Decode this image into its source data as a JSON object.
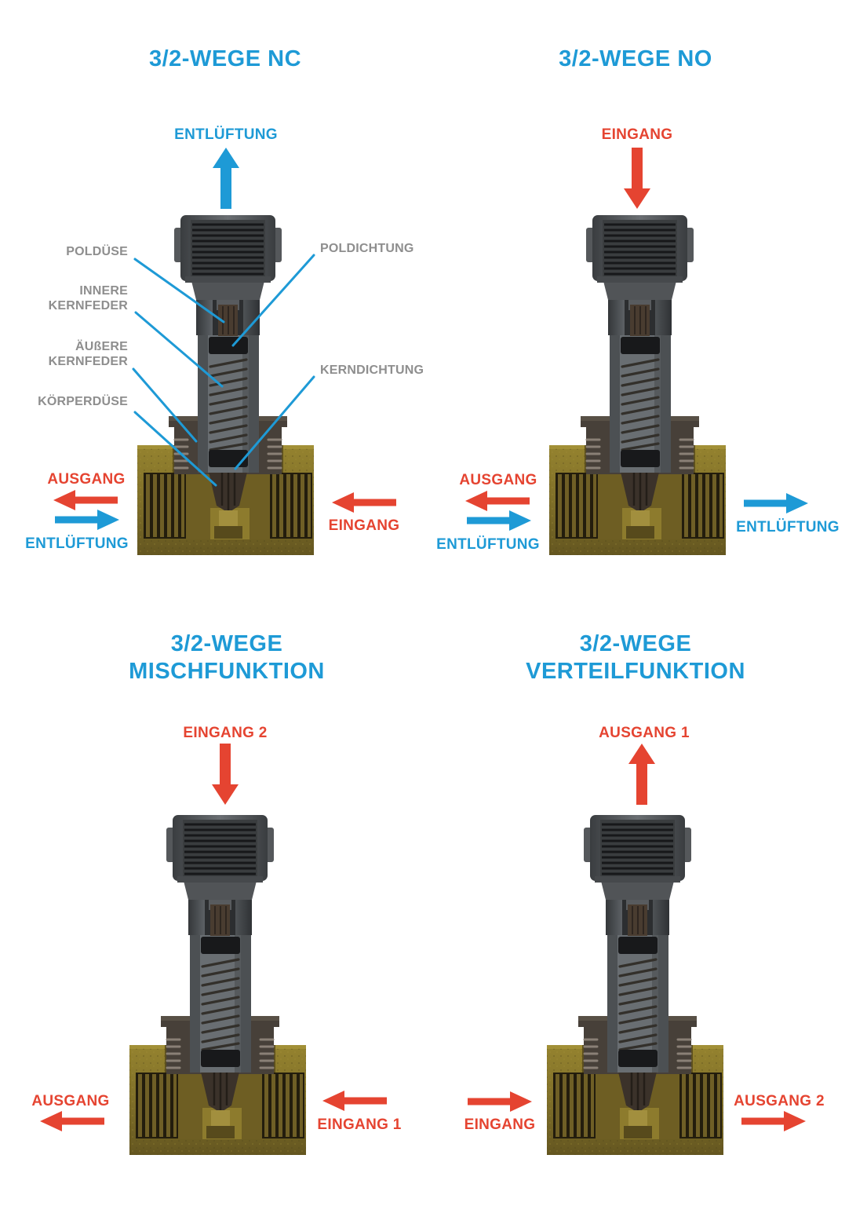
{
  "colors": {
    "accent_blue": "#1E9AD6",
    "accent_red": "#E54431",
    "label_gray": "#8E8E8E",
    "brass_body": "#85752C",
    "steel_gray": "#54575A"
  },
  "panels": {
    "nc": {
      "title": "3/2-WEGE NC",
      "flows": {
        "top": {
          "label": "ENTLÜFTUNG",
          "direction": "up",
          "color": "blue"
        },
        "left_out": {
          "label": "AUSGANG",
          "direction": "left",
          "color": "red"
        },
        "left_vent": {
          "label": "ENTLÜFTUNG",
          "direction": "right",
          "color": "blue"
        },
        "right_in": {
          "label": "EINGANG",
          "direction": "left",
          "color": "red"
        }
      },
      "parts": {
        "polduese": "POLDÜSE",
        "innere_kernfeder": "INNERE\nKERNFEDER",
        "aeussere_kernfeder": "ÄUßERE\nKERNFEDER",
        "koerperduese": "KÖRPERDÜSE",
        "poldichtung": "POLDICHTUNG",
        "kerndichtung": "KERNDICHTUNG"
      }
    },
    "no": {
      "title": "3/2-WEGE NO",
      "flows": {
        "top": {
          "label": "EINGANG",
          "direction": "down",
          "color": "red"
        },
        "left_out": {
          "label": "AUSGANG",
          "direction": "left",
          "color": "red"
        },
        "left_vent": {
          "label": "ENTLÜFTUNG",
          "direction": "right",
          "color": "blue"
        },
        "right_vent": {
          "label": "ENTLÜFTUNG",
          "direction": "right",
          "color": "blue"
        }
      }
    },
    "misch": {
      "title": "3/2-WEGE\nMISCHFUNKTION",
      "flows": {
        "top": {
          "label": "EINGANG 2",
          "direction": "down",
          "color": "red"
        },
        "left_out": {
          "label": "AUSGANG",
          "direction": "left",
          "color": "red"
        },
        "right_in": {
          "label": "EINGANG 1",
          "direction": "left",
          "color": "red"
        }
      }
    },
    "verteil": {
      "title": "3/2-WEGE\nVERTEILFUNKTION",
      "flows": {
        "top": {
          "label": "AUSGANG 1",
          "direction": "up",
          "color": "red"
        },
        "left_in": {
          "label": "EINGANG",
          "direction": "right",
          "color": "red"
        },
        "right_out": {
          "label": "AUSGANG 2",
          "direction": "right",
          "color": "red"
        }
      }
    }
  }
}
